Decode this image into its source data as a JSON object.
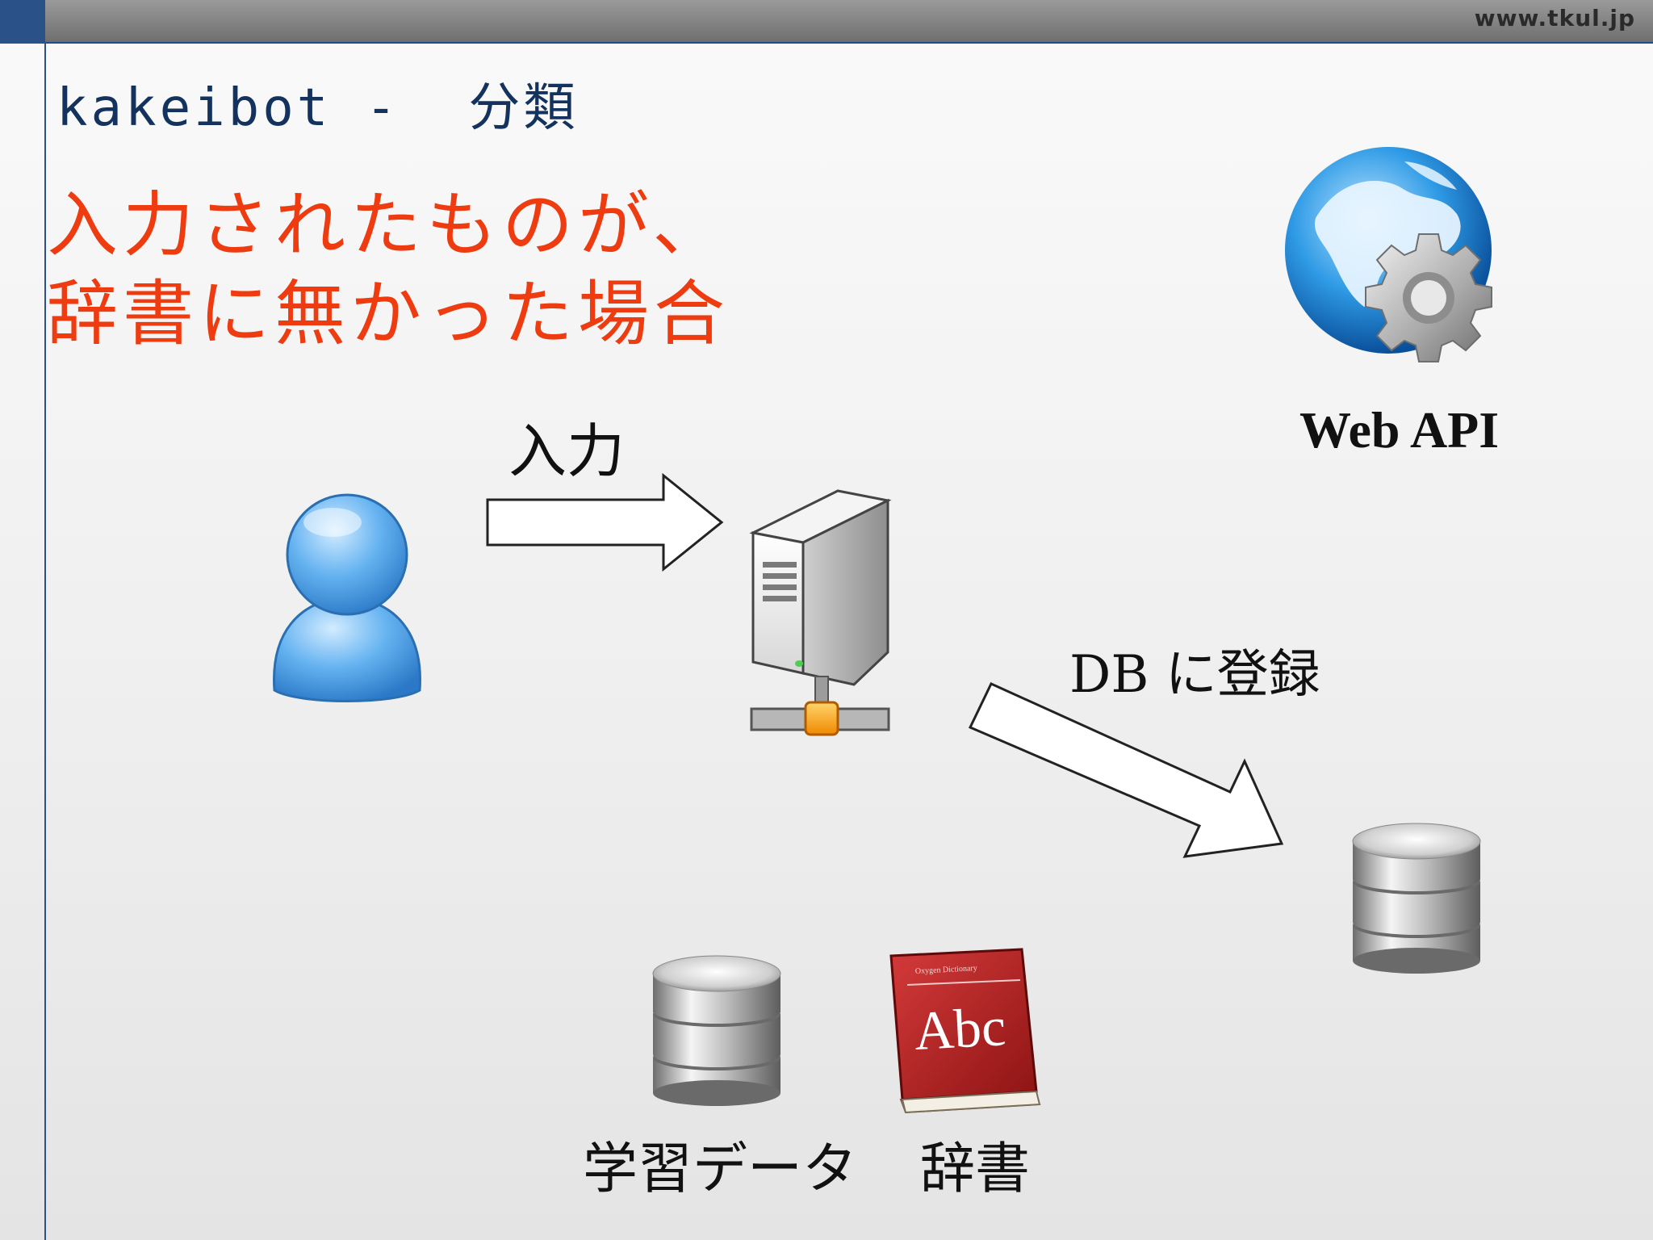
{
  "header": {
    "site_url": "www.tkul.jp"
  },
  "slide": {
    "title": "kakeibot -  分類",
    "headline_line1": "入力されたものが、",
    "headline_line2": "辞書に無かった場合"
  },
  "diagram": {
    "label_input": "入力",
    "label_webapi": "Web API",
    "label_db_register": "DB に登録",
    "label_learning_data": "学習データ",
    "label_dictionary": "辞書",
    "book_cover_text": "Abc",
    "book_subtitle": "Oxygen Dictionary"
  },
  "colors": {
    "title": "#13335e",
    "headline": "#ee3b10",
    "accent_bar": "#2a5288"
  },
  "icons": [
    "user-icon",
    "server-icon",
    "globe-gear-icon",
    "database-icon",
    "dictionary-book-icon",
    "arrow-icon"
  ]
}
